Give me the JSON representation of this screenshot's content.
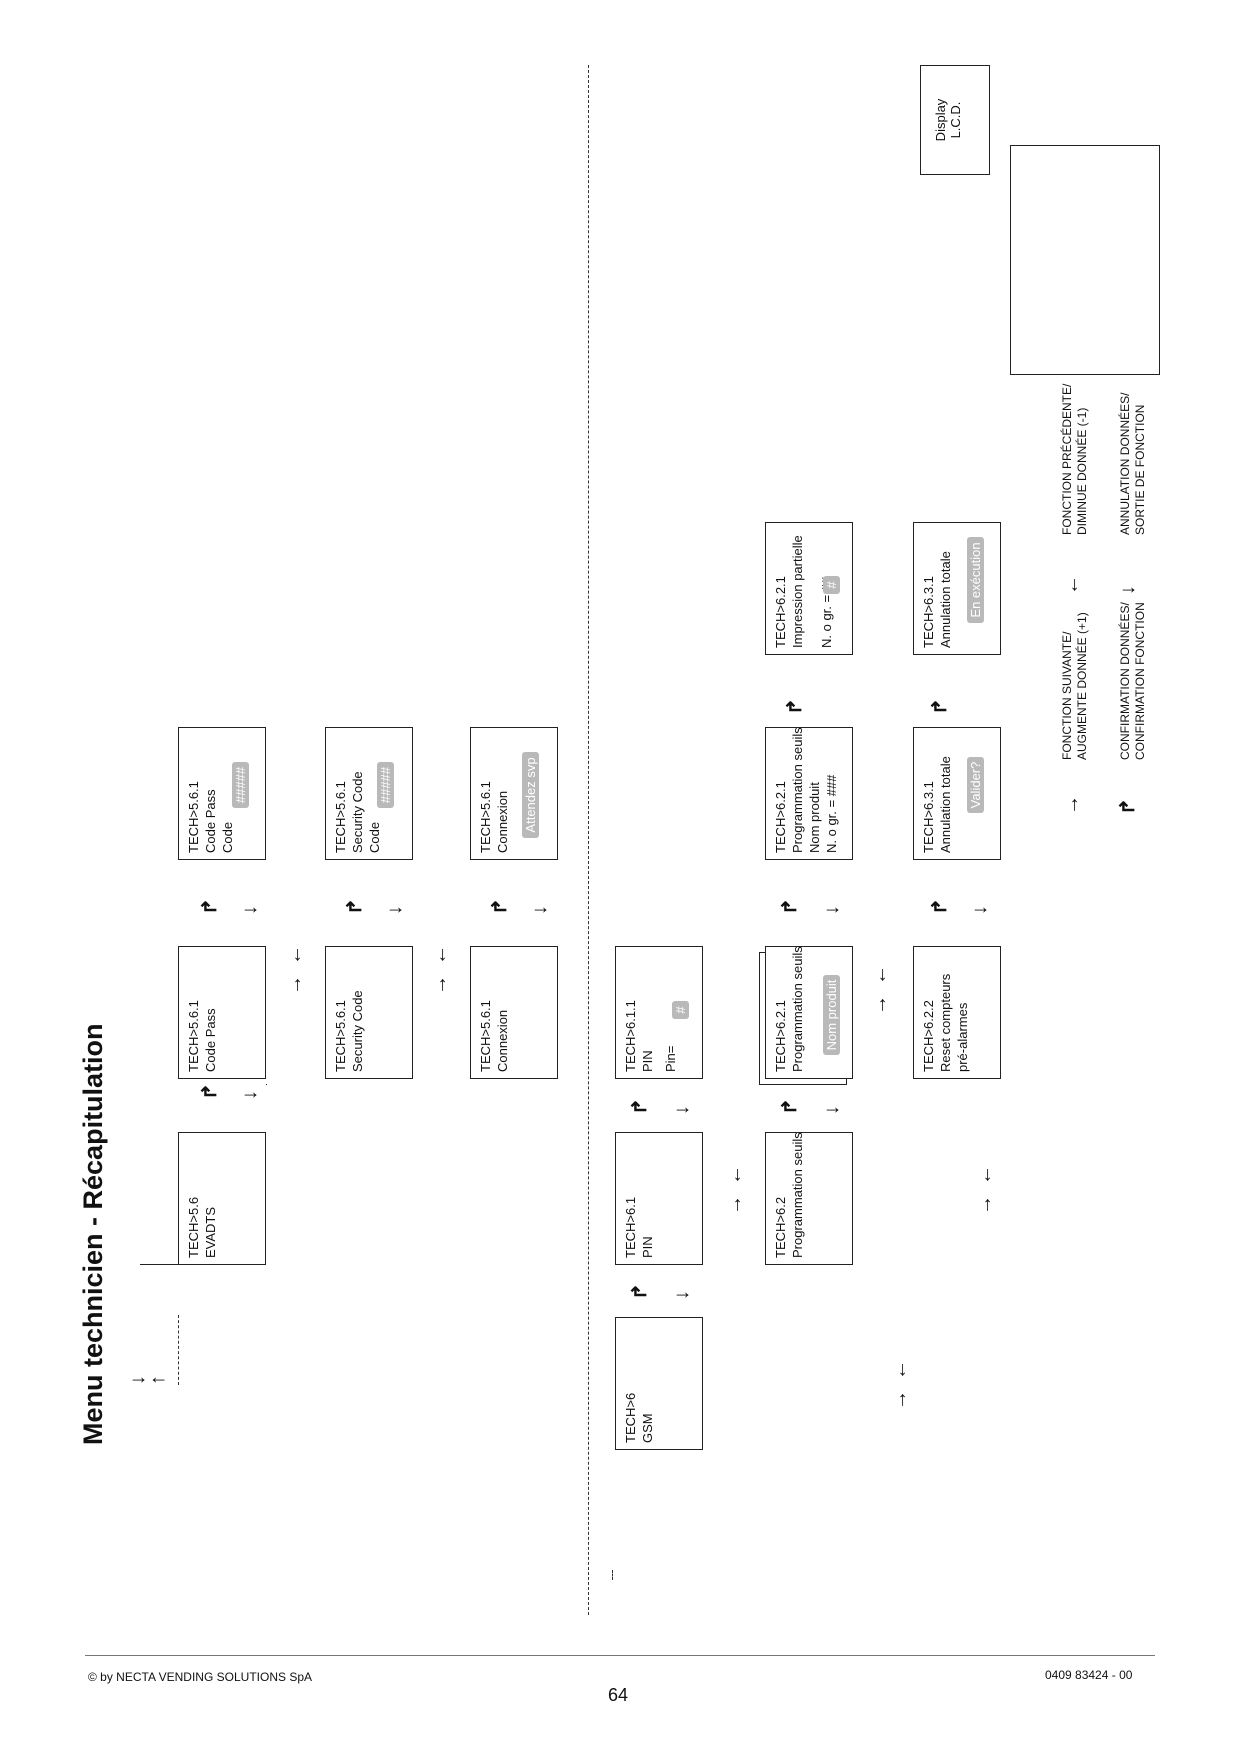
{
  "header": {
    "title": "Menu technicien - Récapitulation"
  },
  "footer": {
    "copyright": "© by NECTA VENDING SOLUTIONS SpA",
    "page_number": "64",
    "doc_code": "0409 83424 - 00"
  },
  "display": {
    "label_line1": "Display",
    "label_line2": "L.C.D."
  },
  "legend": {
    "next": "FONCTION SUIVANTE/",
    "next2": "AUGMENTE DONNÉE (+1)",
    "prev": "FONCTION PRÉCÉDENTE/",
    "prev2": "DIMINUE DONNÉE (-1)",
    "confirm": "CONFIRMATION DONNÉES/",
    "confirm2": "CONFIRMATION FONCTION",
    "cancel": "ANNULATION DONNÉES/",
    "cancel2": "SORTIE DE FONCTION"
  },
  "boxes": {
    "evadts": [
      "TECH>5.6",
      "EVADTS"
    ],
    "codepass": [
      "TECH>5.6.1",
      "Code Pass"
    ],
    "codepass_edit": [
      "TECH>5.6.1",
      "Code Pass",
      "Code"
    ],
    "security": [
      "TECH>5.6.1",
      "Security Code"
    ],
    "security_edit": [
      "TECH>5.6.1",
      "Security Code",
      "Code"
    ],
    "connexion": [
      "TECH>5.6.1",
      "Connexion"
    ],
    "connexion_run": [
      "TECH>5.6.1",
      "Connexion"
    ],
    "gsm": [
      "TECH>6",
      "GSM"
    ],
    "pin": [
      "TECH>6.1",
      "PIN"
    ],
    "pin_edit": [
      "TECH>6.1.1",
      "PIN",
      "Pin="
    ],
    "seuils": [
      "TECH>6.2",
      "Programmation seuils"
    ],
    "seuils_list": [
      "TECH>6.2.1",
      "Programmation seuils"
    ],
    "seuils_edit": [
      "TECH>6.2.1",
      "Programmation seuils",
      "Nom produit",
      "N. o gr. = ###"
    ],
    "impression": [
      "TECH>6.2.1",
      "Impression partielle",
      "N. o gr.  = ##"
    ],
    "reset": [
      "TECH>6.2.2",
      "Reset compteurs",
      "pré-alarmes"
    ],
    "annul": [
      "TECH>6.3.1",
      "Annulation totale"
    ],
    "annul_run": [
      "TECH>6.3.1",
      "Annulation totale"
    ]
  },
  "bursts": {
    "code": "#####",
    "security": "#####",
    "attendez": "Attendez svp",
    "pin": "#",
    "nom": "Nom produit",
    "imp": "#",
    "valider": "Valider?",
    "exec": "En exécution"
  }
}
